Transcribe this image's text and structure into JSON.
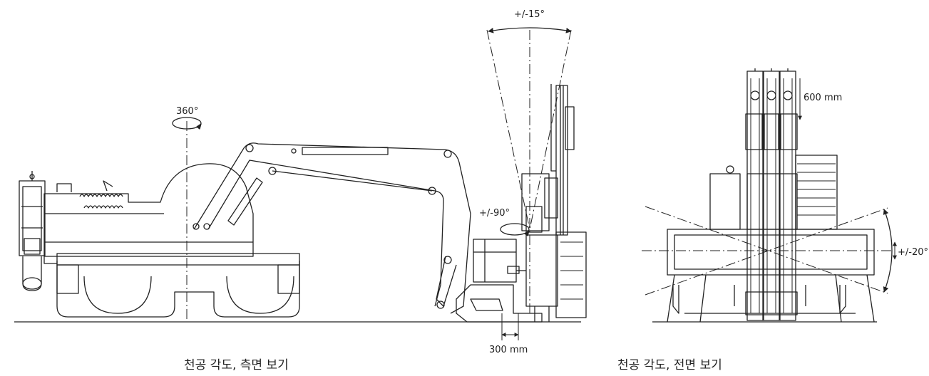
{
  "side_view": {
    "rotation_label": "360°",
    "head_angle_label": "+/-90°",
    "mast_tilt_label": "+/-15°",
    "offset_label": "300 mm",
    "caption": "천공 각도, 측면 보기"
  },
  "front_view": {
    "feed_extension_label": "600 mm",
    "roll_angle_label": "+/-20°",
    "caption": "천공 각도, 전면 보기"
  },
  "colors": {
    "line": "#222222",
    "background": "#ffffff"
  }
}
